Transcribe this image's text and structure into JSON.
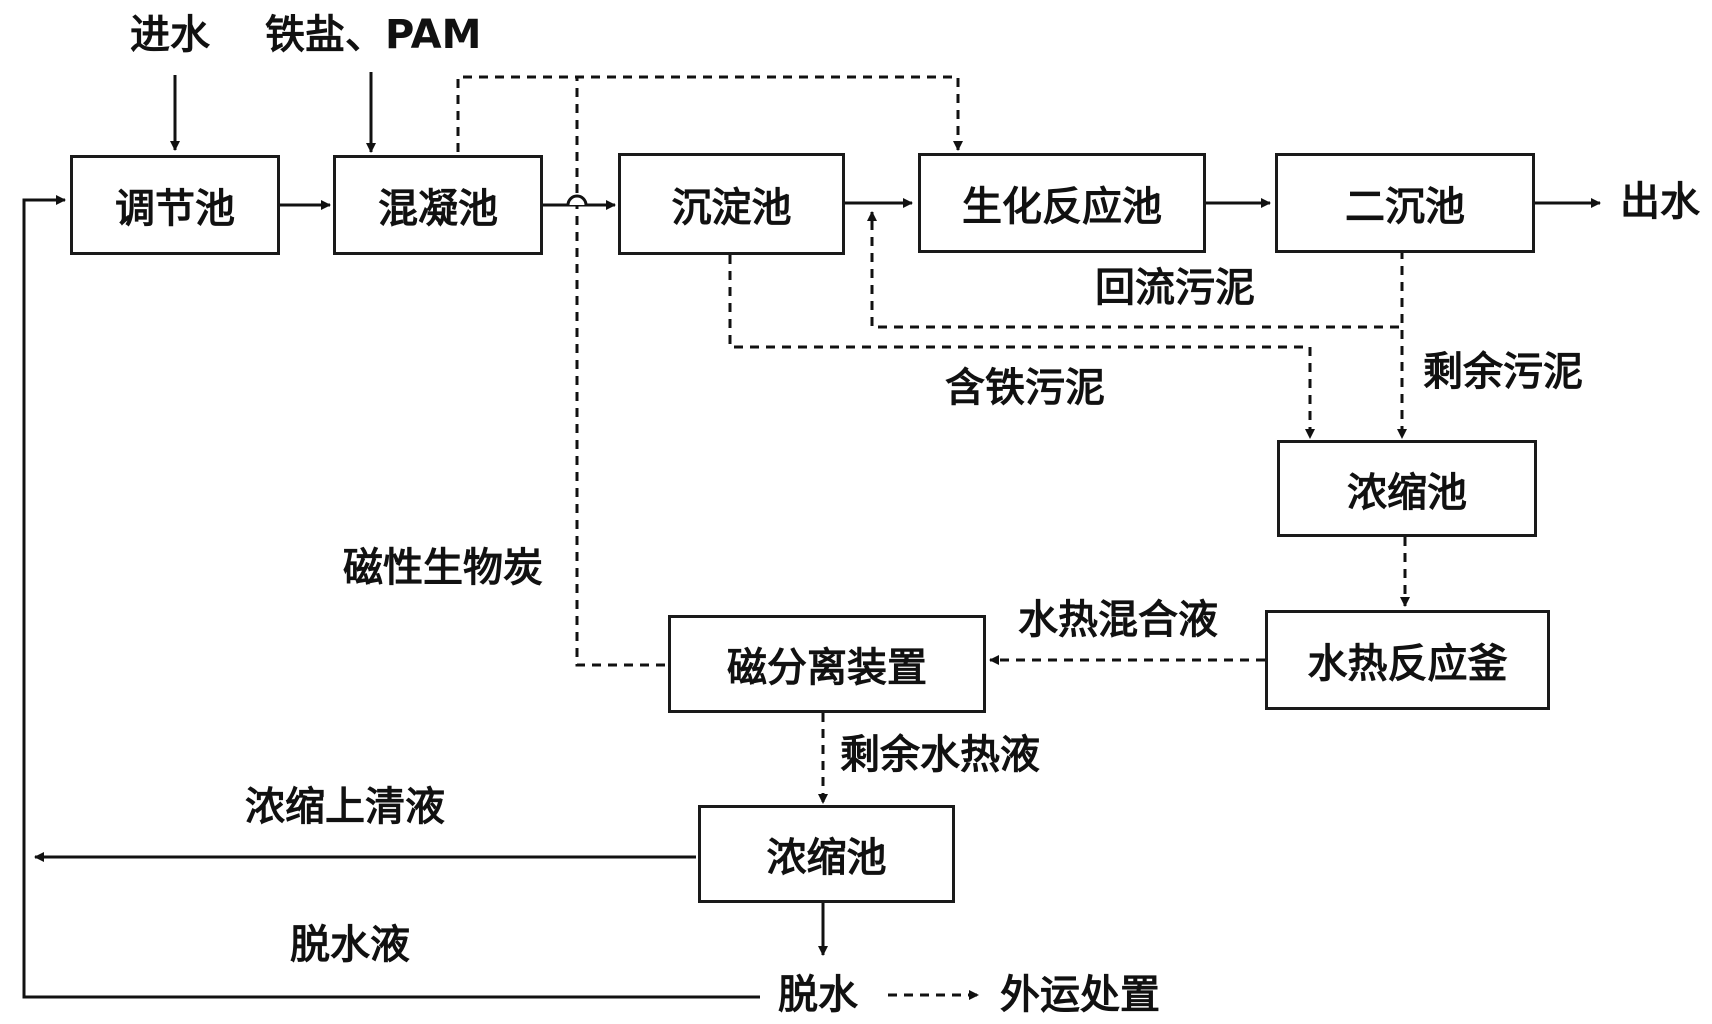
{
  "nodes": {
    "tiaojie": "调节池",
    "hunning": "混凝池",
    "chendian": "沉淀池",
    "shenghua": "生化反应池",
    "erchen": "二沉池",
    "nongsuo1": "浓缩池",
    "shuire": "水热反应釜",
    "cifenli": "磁分离装置",
    "nongsuo2": "浓缩池"
  },
  "labels": {
    "jinshui": "进水",
    "tieyan_pam": "铁盐、PAM",
    "chushui": "出水",
    "huiliu": "回流污泥",
    "shengyu": "剩余污泥",
    "hantie": "含铁污泥",
    "cixing": "磁性生物炭",
    "shuire_hunhe": "水热混合液",
    "shengyu_shuire": "剩余水热液",
    "nongsuo_shangqing": "浓缩上清液",
    "tuoshui_ye": "脱水液",
    "tuoshui": "脱水",
    "waiyun": "外运处置"
  }
}
